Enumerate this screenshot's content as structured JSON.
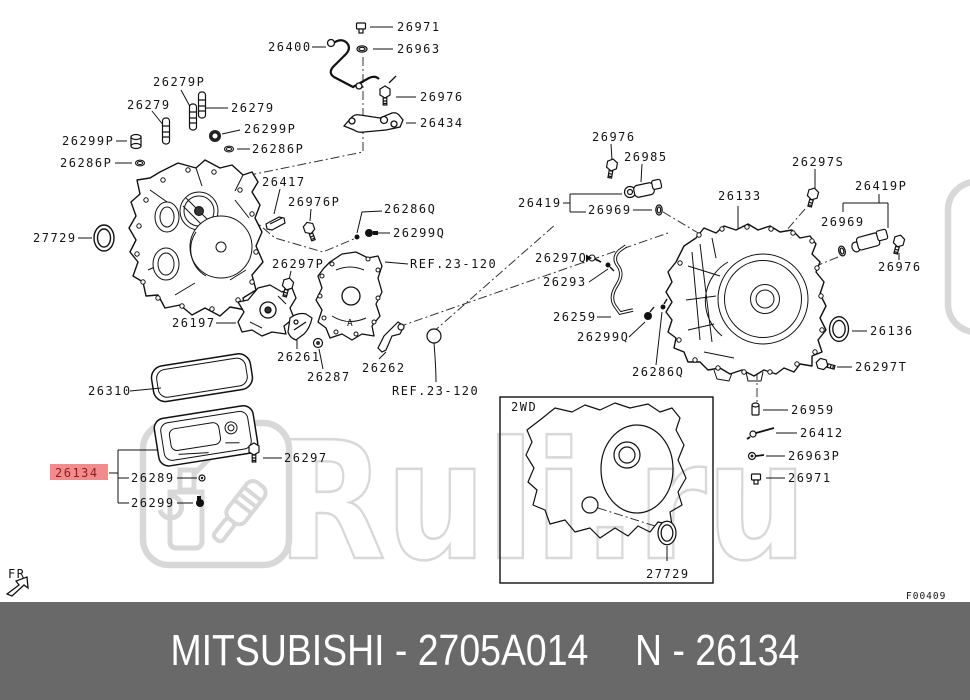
{
  "watermark": {
    "text": "Ruli.ru",
    "color": "#d8d8d8"
  },
  "footer": {
    "left": "MITSUBISHI - 2705A014",
    "right": "N - 26134",
    "background": "#696969",
    "text_color": "#ffffff"
  },
  "highlight": {
    "part": "26134",
    "background": "#f28b8b",
    "text_color": "#8f1d1d"
  },
  "annotations": {
    "fr": "FR",
    "figure_code": "F00409",
    "inset_title": "2WD",
    "section_marker": "A"
  },
  "labels": {
    "k26971a": "26971",
    "k26400": "26400",
    "k26963": "26963",
    "k26976a": "26976",
    "k26434": "26434",
    "k26279P": "26279P",
    "k26279a": "26279",
    "k26279b": "26279",
    "k26299Pa": "26299P",
    "k26299Pb": "26299P",
    "k26286Pa": "26286P",
    "k26286Pb": "26286P",
    "k26417": "26417",
    "k26976P": "26976P",
    "k26286Qa": "26286Q",
    "k26299Qa": "26299Q",
    "k27729a": "27729",
    "k26297P": "26297P",
    "kREFa": "REF.23-120",
    "k26197": "26197",
    "k26261": "26261",
    "k26287": "26287",
    "k26262": "26262",
    "kREFb": "REF.23-120",
    "k26310": "26310",
    "k26297": "26297",
    "k26289": "26289",
    "k26299": "26299",
    "k26976b": "26976",
    "k26985": "26985",
    "k26419": "26419",
    "k26969a": "26969",
    "k26297Q": "26297Q",
    "k26293": "26293",
    "k26259": "26259",
    "k26299Qb": "26299Q",
    "k26286Qb": "26286Q",
    "k26133": "26133",
    "k26297S": "26297S",
    "k26419P": "26419P",
    "k26969b": "26969",
    "k26976c": "26976",
    "k26136": "26136",
    "k26297T": "26297T",
    "k26959": "26959",
    "k26412": "26412",
    "k26963P": "26963P",
    "k26971b": "26971",
    "k27729b": "27729"
  }
}
